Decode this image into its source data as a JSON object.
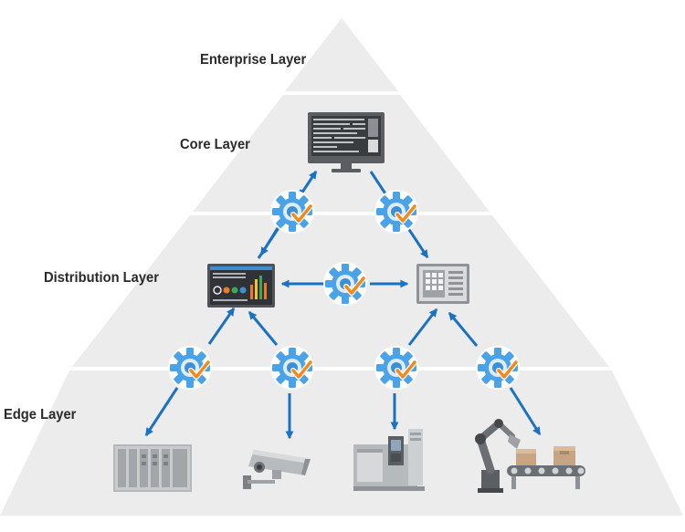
{
  "layers": {
    "enterprise": "Enterprise Layer",
    "core": "Core Layer",
    "distribution": "Distribution Layer",
    "edge": "Edge Layer"
  },
  "icons": {
    "core": "monitor-dashboard-icon",
    "distribution_left": "hmi-panel-icon",
    "distribution_right": "control-terminal-icon",
    "edge": [
      "plc-cabinet-icon",
      "security-camera-icon",
      "cnc-machine-icon",
      "robot-arm-conveyor-icon"
    ],
    "connector": "gear-check-icon"
  },
  "colors": {
    "pyramid_fill": "#ececec",
    "layer_gap": "#ffffff",
    "arrow": "#1b72c0",
    "gear": "#4aa3e8",
    "check": "#f08a1c",
    "device_gray": "#a9abad",
    "device_dark": "#565a5e"
  }
}
